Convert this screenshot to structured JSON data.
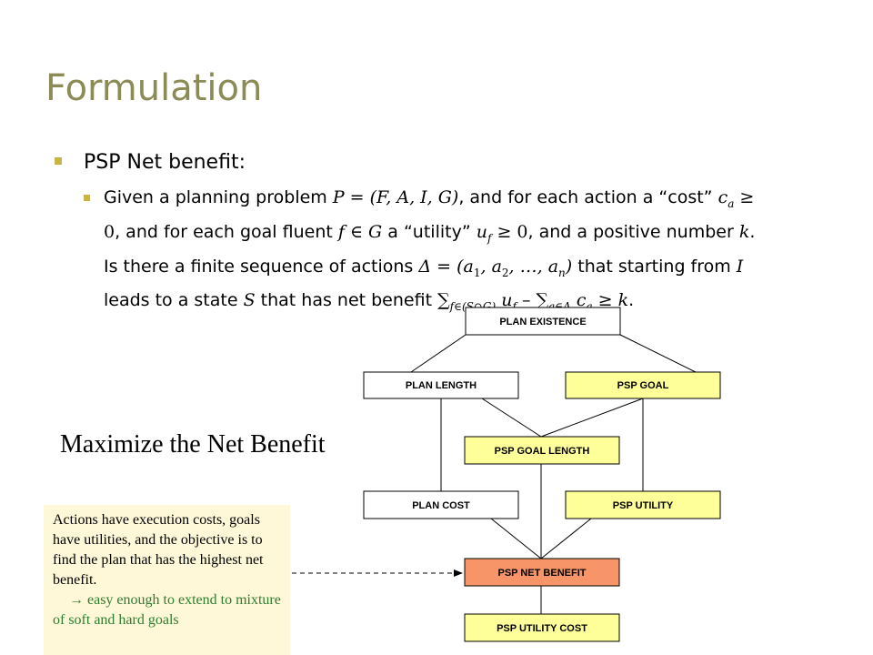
{
  "slide": {
    "title": "Formulation",
    "bullet1": "PSP Net benefit:",
    "bullet2": {
      "t1": "Given a planning problem ",
      "m1": "P = (F, A, I, G)",
      "t2": ", and for each action a “cost” ",
      "m2": "c",
      "m2sub": "a",
      "m3": " ≥ 0",
      "t3": ", and for each goal fluent ",
      "m4": "f ∈ G",
      "t4": " a “utility” ",
      "m5": "u",
      "m5sub": "f",
      "m6": " ≥ 0",
      "t5": ", and a positive number ",
      "m7": "k",
      "t6": ". Is there a finite sequence of actions ",
      "m8": "Δ = (a",
      "m8sub1": "1",
      "m9": ", a",
      "m9sub": "2",
      "m10": ", …, a",
      "m10sub": "n",
      "m11": ")",
      "t7": " that starting from ",
      "m12": "I",
      "t8": " leads to a state ",
      "m13": "S",
      "t9": " that has net benefit ",
      "m14": "∑",
      "m14sub": "f∈(S∩G)",
      "m15": " u",
      "m15sub": "f",
      "m16": " – ∑",
      "m16sub": "a∈Δ",
      "m17": " c",
      "m17sub": "a",
      "m18": " ≥ k",
      "t10": "."
    },
    "maximize": "Maximize the Net Benefit",
    "note": {
      "line1": "Actions have execution costs, goals have utilities, and the objective is to find the plan that has the highest net benefit.",
      "arrow": "→",
      "line2": " easy enough to extend to mixture of soft and hard goals"
    }
  },
  "diagram": {
    "colors": {
      "white": "#ffffff",
      "yellow": "#ffff99",
      "orange": "#f79468",
      "stroke": "#000000"
    },
    "boxes": {
      "plan_existence": "PLAN EXISTENCE",
      "plan_length": "PLAN LENGTH",
      "psp_goal": "PSP GOAL",
      "psp_goal_length": "PSP GOAL LENGTH",
      "plan_cost": "PLAN COST",
      "psp_utility": "PSP UTILITY",
      "psp_net_benefit": "PSP NET BENEFIT",
      "psp_utility_cost": "PSP UTILITY COST"
    }
  }
}
